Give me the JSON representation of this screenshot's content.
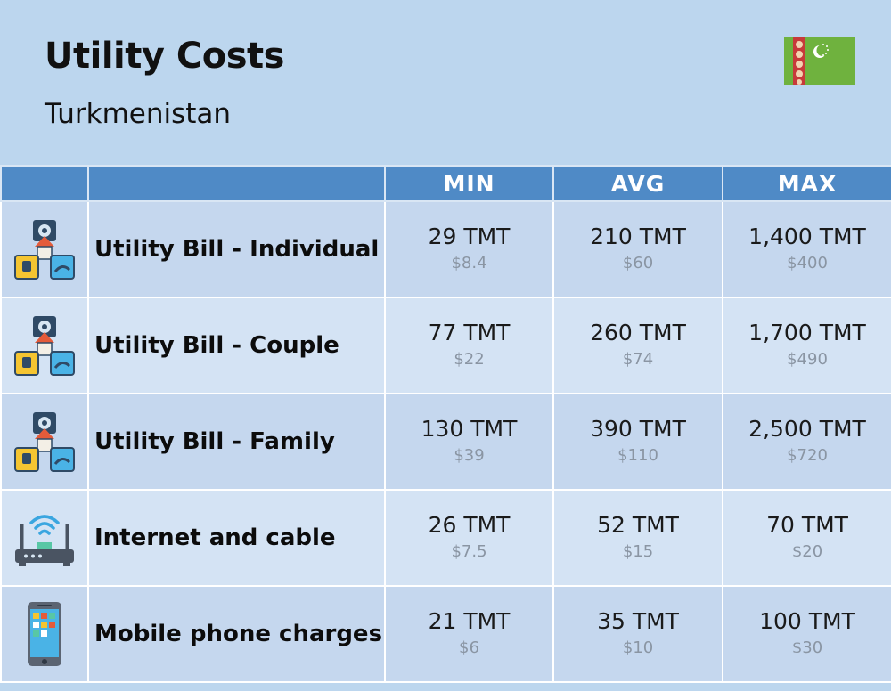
{
  "header": {
    "title": "Utility Costs",
    "subtitle": "Turkmenistan",
    "flag_icon": "turkmenistan-flag-icon"
  },
  "columns": [
    "",
    "",
    "MIN",
    "AVG",
    "MAX"
  ],
  "rows": [
    {
      "icon": "utility-bill-icon",
      "label": "Utility Bill - Individual",
      "min": "29 TMT",
      "min_usd": "$8.4",
      "avg": "210 TMT",
      "avg_usd": "$60",
      "max": "1,400 TMT",
      "max_usd": "$400"
    },
    {
      "icon": "utility-bill-icon",
      "label": "Utility Bill - Couple",
      "min": "77 TMT",
      "min_usd": "$22",
      "avg": "260 TMT",
      "avg_usd": "$74",
      "max": "1,700 TMT",
      "max_usd": "$490"
    },
    {
      "icon": "utility-bill-icon",
      "label": "Utility Bill - Family",
      "min": "130 TMT",
      "min_usd": "$39",
      "avg": "390 TMT",
      "avg_usd": "$110",
      "max": "2,500 TMT",
      "max_usd": "$720"
    },
    {
      "icon": "router-icon",
      "label": "Internet and cable",
      "min": "26 TMT",
      "min_usd": "$7.5",
      "avg": "52 TMT",
      "avg_usd": "$15",
      "max": "70 TMT",
      "max_usd": "$20"
    },
    {
      "icon": "mobile-phone-icon",
      "label": "Mobile phone charges",
      "min": "21 TMT",
      "min_usd": "$6",
      "avg": "35 TMT",
      "avg_usd": "$10",
      "max": "100 TMT",
      "max_usd": "$30"
    }
  ],
  "colors": {
    "background": "#bcd6ee",
    "header_row": "#4f8ac6",
    "row_dark": "#c5d7ee",
    "row_light": "#d4e3f4",
    "flag_green": "#6fb23e",
    "flag_stripe": "#c73a3a"
  }
}
